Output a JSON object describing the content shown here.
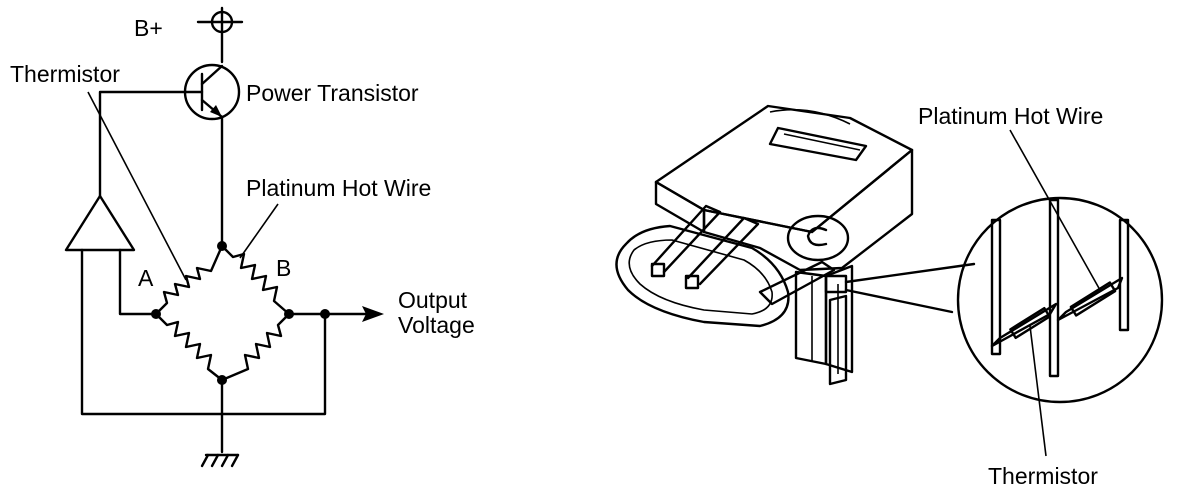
{
  "circuit": {
    "supply_label": "B+",
    "thermistor_label": "Thermistor",
    "transistor_label": "Power Transistor",
    "hot_wire_label": "Platinum Hot Wire",
    "node_a_label": "A",
    "node_b_label": "B",
    "output_label_line1": "Output",
    "output_label_line2": "Voltage"
  },
  "sensor": {
    "hot_wire_label": "Platinum Hot Wire",
    "thermistor_label": "Thermistor"
  }
}
